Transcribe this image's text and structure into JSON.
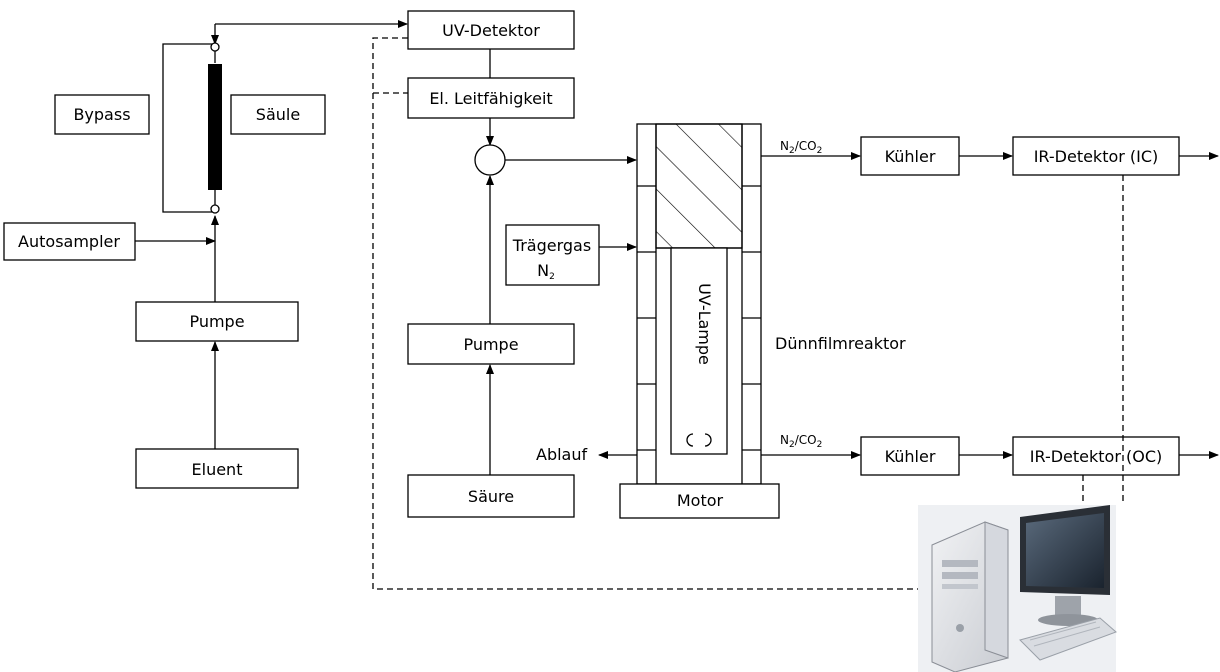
{
  "boxes": {
    "uv_detektor": "UV-Detektor",
    "leitfaehigkeit": "El. Leitfähigkeit",
    "bypass": "Bypass",
    "saeule": "Säule",
    "autosampler": "Autosampler",
    "pumpe_left": "Pumpe",
    "eluent": "Eluent",
    "pumpe_middle": "Pumpe",
    "saeure": "Säure",
    "traegergas_line1": "Trägergas",
    "traegergas_line2": "N",
    "traegergas_line2_sub": "2",
    "motor": "Motor",
    "kuehler_top": "Kühler",
    "kuehler_bottom": "Kühler",
    "ir_detektor_ic": "IR-Detektor (IC)",
    "ir_detektor_oc": "IR-Detektor (OC)"
  },
  "labels": {
    "uv_lampe": "UV-Lampe",
    "duennfilmreaktor": "Dünnfilmreaktor",
    "ablauf": "Ablauf",
    "gas_top_main": "N",
    "gas_top_sub1": "2",
    "gas_top_mid": "/CO",
    "gas_top_sub2": "2",
    "gas_bottom_main": "N",
    "gas_bottom_sub1": "2",
    "gas_bottom_mid": "/CO",
    "gas_bottom_sub2": "2"
  },
  "icons": {
    "computer": "computer-icon"
  }
}
